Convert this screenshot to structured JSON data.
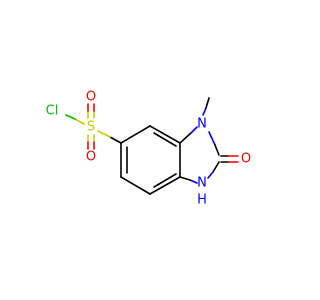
{
  "molecule": {
    "atoms": {
      "cl": {
        "label": "Cl",
        "color": "#00c000"
      },
      "s": {
        "label": "S",
        "color": "#cccc00"
      },
      "o1": {
        "label": "O",
        "color": "#ff0000"
      },
      "o2": {
        "label": "O",
        "color": "#ff0000"
      },
      "n1": {
        "label": "N",
        "color": "#0000ff"
      },
      "n3": {
        "label": "N",
        "color": "#0000ff"
      },
      "h": {
        "label": "H",
        "color": "#0000ff"
      },
      "o3": {
        "label": "O",
        "color": "#ff0000"
      }
    }
  }
}
